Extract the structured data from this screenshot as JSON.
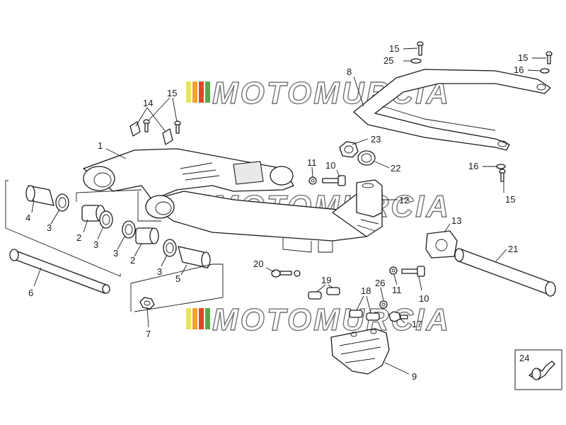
{
  "watermark": {
    "text": "MOTOMURCIA",
    "stripe_colors": [
      "#e8e35a",
      "#f2a32a",
      "#e0452a",
      "#5aa74a"
    ]
  },
  "callouts": {
    "c1": "1",
    "c2a": "2",
    "c2b": "2",
    "c3a": "3",
    "c3b": "3",
    "c3c": "3",
    "c3d": "3",
    "c4": "4",
    "c5": "5",
    "c6": "6",
    "c7": "7",
    "c8": "8",
    "c9": "9",
    "c10a": "10",
    "c10b": "10",
    "c11a": "11",
    "c11b": "11",
    "c12": "12",
    "c13": "13",
    "c14": "14",
    "c15a": "15",
    "c15b": "15",
    "c15c": "15",
    "c15d": "15",
    "c16a": "16",
    "c16b": "16",
    "c17": "17",
    "c18": "18",
    "c19": "19",
    "c20": "20",
    "c21": "21",
    "c22": "22",
    "c23": "23",
    "c24": "24",
    "c25": "25",
    "c26": "26"
  }
}
